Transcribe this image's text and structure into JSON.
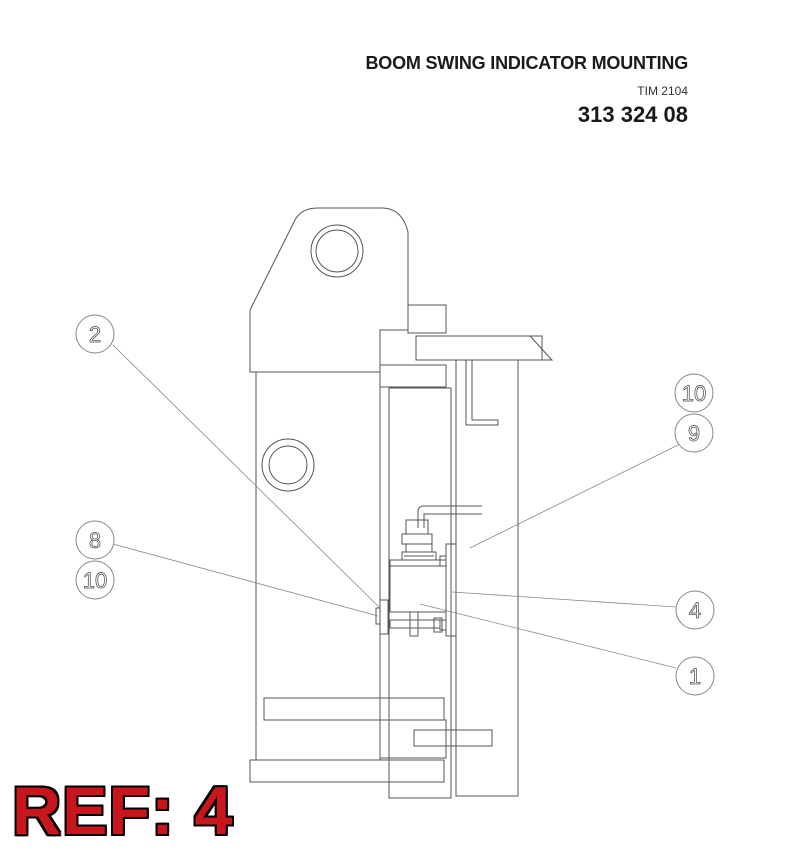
{
  "header": {
    "title": "BOOM SWING INDICATOR MOUNTING",
    "tim": "TIM 2104",
    "part_number": "313 324 08"
  },
  "callouts": [
    "2",
    "10",
    "9",
    "8",
    "10",
    "4",
    "1"
  ],
  "ref_label": "REF: 4",
  "colors": {
    "line": "#555555",
    "leader": "#777777",
    "ref": "#c8161d"
  }
}
